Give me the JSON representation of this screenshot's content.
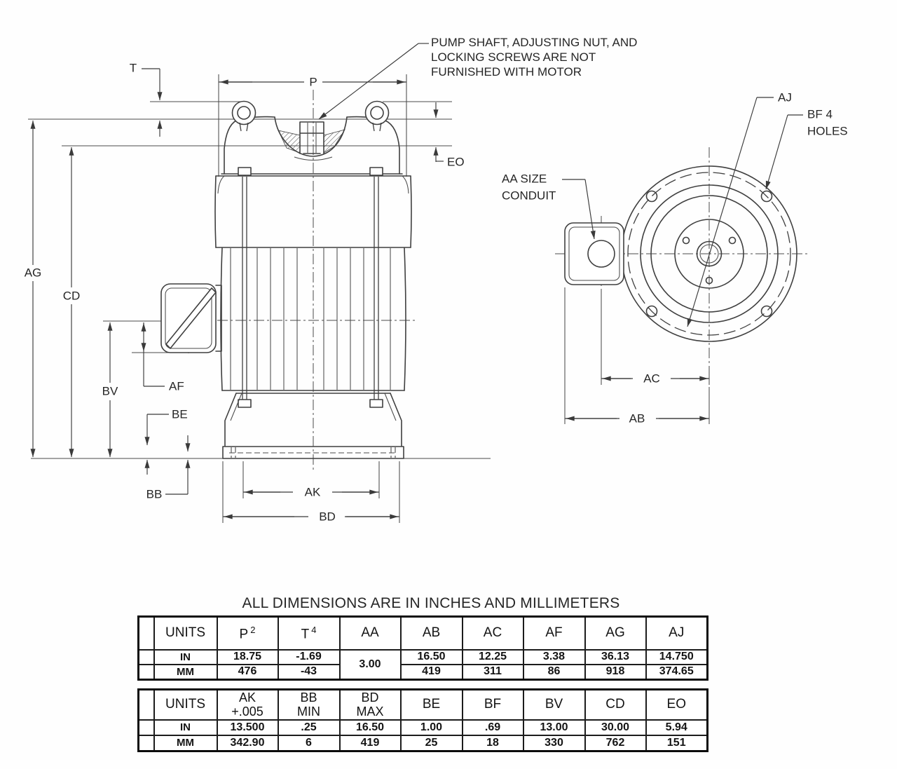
{
  "colors": {
    "background": "#fefefe",
    "line": "#3f3f3f",
    "text": "#262626",
    "table_border": "#0b0b0b"
  },
  "annotation": {
    "lines": [
      "PUMP SHAFT, ADJUSTING NUT, AND",
      "LOCKING SCREWS ARE NOT",
      "FURNISHED WITH MOTOR"
    ]
  },
  "side_view": {
    "dims": {
      "t": "T",
      "p": "P",
      "eo": "EO",
      "ag": "AG",
      "cd": "CD",
      "bv": "BV",
      "af": "AF",
      "be": "BE",
      "bb": "BB",
      "ak": "AK",
      "bd": "BD"
    }
  },
  "top_view": {
    "dims": {
      "aj": "AJ",
      "bf_line1": "BF 4",
      "bf_line2": "HOLES",
      "aa_line1": "AA SIZE",
      "aa_line2": "CONDUIT",
      "ac": "AC",
      "ab": "AB"
    }
  },
  "table_section": {
    "title": "ALL DIMENSIONS ARE IN INCHES AND MILLIMETERS"
  },
  "table1": {
    "units_header": "UNITS",
    "columns": [
      {
        "t": "P",
        "sup": "2"
      },
      {
        "t": "T",
        "sup": "4"
      },
      {
        "t": "AA"
      },
      {
        "t": "AB"
      },
      {
        "t": "AC"
      },
      {
        "t": "AF"
      },
      {
        "t": "AG"
      },
      {
        "t": "AJ"
      }
    ],
    "merged_aa": "3.00",
    "rows": [
      {
        "label": "IN",
        "values": [
          "18.75",
          "-1.69",
          "16.50",
          "12.25",
          "3.38",
          "36.13",
          "14.750"
        ]
      },
      {
        "label": "MM",
        "values": [
          "476",
          "-43",
          "419",
          "311",
          "86",
          "918",
          "374.65"
        ]
      }
    ]
  },
  "table2": {
    "units_header": "UNITS",
    "columns": [
      {
        "t": "AK",
        "t2": "+.005"
      },
      {
        "t": "BB",
        "t2": "MIN"
      },
      {
        "t": "BD",
        "t2": "MAX"
      },
      {
        "t": "BE"
      },
      {
        "t": "BF"
      },
      {
        "t": "BV"
      },
      {
        "t": "CD"
      },
      {
        "t": "EO"
      }
    ],
    "rows": [
      {
        "label": "IN",
        "values": [
          "13.500",
          ".25",
          "16.50",
          "1.00",
          ".69",
          "13.00",
          "30.00",
          "5.94"
        ]
      },
      {
        "label": "MM",
        "values": [
          "342.90",
          "6",
          "419",
          "25",
          "18",
          "330",
          "762",
          "151"
        ]
      }
    ]
  }
}
